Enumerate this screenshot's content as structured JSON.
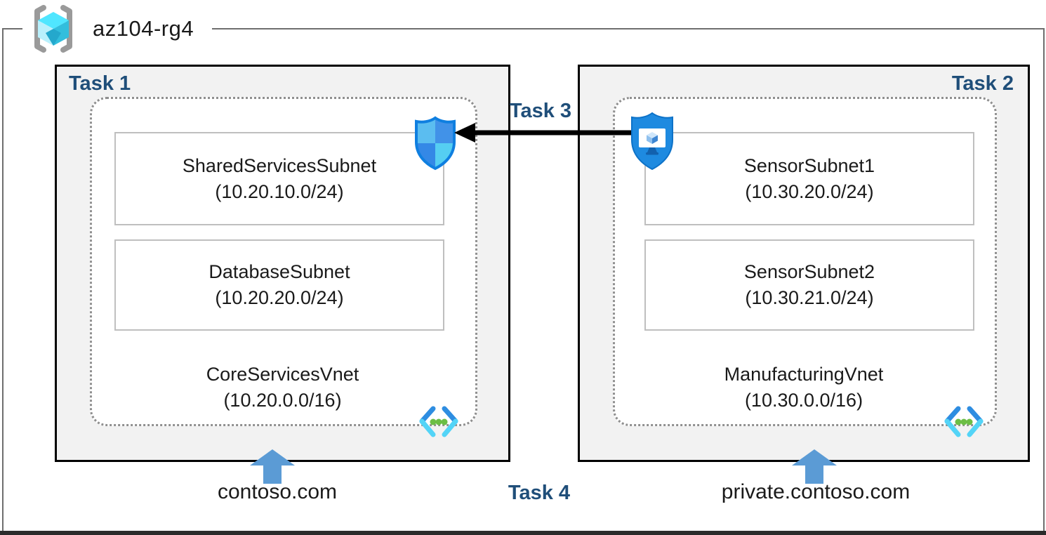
{
  "resource_group": {
    "name": "az104-rg4",
    "icon": "resource-group-icon"
  },
  "boxes": [
    {
      "task_label": "Task 1",
      "corner": "top-left",
      "vnet": {
        "name": "CoreServicesVnet",
        "cidr": "(10.20.0.0/16)"
      },
      "subnets": [
        {
          "name": "SharedServicesSubnet",
          "cidr": "(10.20.10.0/24)"
        },
        {
          "name": "DatabaseSubnet",
          "cidr": "(10.20.20.0/24)"
        }
      ],
      "overlay_icon": "network-security-group-shield-icon",
      "vnet_icon": "virtual-network-icon",
      "dns_label": "contoso.com"
    },
    {
      "task_label": "Task 2",
      "corner": "top-right",
      "vnet": {
        "name": "ManufacturingVnet",
        "cidr": "(10.30.0.0/16)"
      },
      "subnets": [
        {
          "name": "SensorSubnet1",
          "cidr": "(10.30.20.0/24)"
        },
        {
          "name": "SensorSubnet2",
          "cidr": "(10.30.21.0/24)"
        }
      ],
      "overlay_icon": "protected-vm-shield-icon",
      "vnet_icon": "virtual-network-icon",
      "dns_label": "private.contoso.com"
    }
  ],
  "peering": {
    "task_label": "Task 3",
    "direction": "right-to-left",
    "arrow_icon": "peering-arrow-icon"
  },
  "dns_task": {
    "task_label": "Task 4",
    "arrow_icon": "blue-up-arrow-icon"
  },
  "colors": {
    "task_label_navy": "#1f4e79",
    "box_fill": "#f2f2f2",
    "box_border": "#000000",
    "dashed_border": "#8f8f8f",
    "subnet_border": "#bfbfbf",
    "rg_frame_border": "#6e6e6e",
    "blue_arrow": "#5b9bd5",
    "peering_arrow": "#000000",
    "vnet_icon_blue": "#2e8de1",
    "vnet_icon_cyan": "#53d4f7",
    "vnet_icon_green": "#6cbe45",
    "shield_blue": "#1e8ae0"
  }
}
